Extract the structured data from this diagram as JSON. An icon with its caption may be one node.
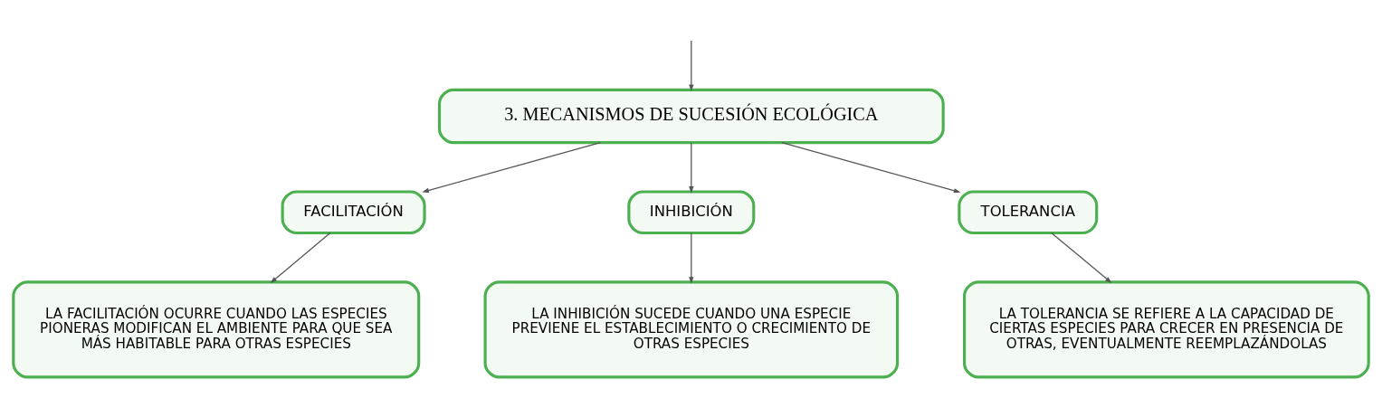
{
  "diagram": {
    "nodes": [
      {
        "text": [
          "3. MECANISMOS DE SUCESIÓN ECOLÓGICA"
        ]
      },
      {
        "text": [
          "FACILITACIÓN"
        ]
      },
      {
        "text": [
          "INHIBICIÓN"
        ]
      },
      {
        "text": [
          "TOLERANCIA"
        ]
      },
      {
        "text": [
          "LA FACILITACIÓN OCURRE CUANDO LAS ESPECIES PIONERAS MODIFICAN EL AMBIENTE PARA QUE SEA MÁS HABITABLE PARA OTRAS ESPECIES"
        ]
      },
      {
        "text": [
          "LA INHIBICIÓN SUCEDE CUANDO UNA ESPECIE PREVIENE EL ESTABLECIMIENTO O CRECIMIENTO DE OTRAS ESPECIES"
        ]
      },
      {
        "text": [
          "LA TOLERANCIA SE REFIERE A LA CAPACIDAD DE CIERTAS ESPECIES PARA CRECER EN PRESENCIA DE OTRAS, EVENTUALMENTE REEMPLAZÁNDOLAS"
        ]
      }
    ],
    "edges": [
      {
        "from": null,
        "to": 0,
        "arrow": "to"
      },
      {
        "from": 0,
        "to": 1,
        "arrow": "to"
      },
      {
        "from": 0,
        "to": 2,
        "arrow": "to"
      },
      {
        "from": 0,
        "to": 3,
        "arrow": "to"
      },
      {
        "from": 1,
        "to": 4,
        "arrow": "to"
      },
      {
        "from": 2,
        "to": 5,
        "arrow": "to"
      },
      {
        "from": 3,
        "to": 6,
        "arrow": "to"
      }
    ]
  }
}
